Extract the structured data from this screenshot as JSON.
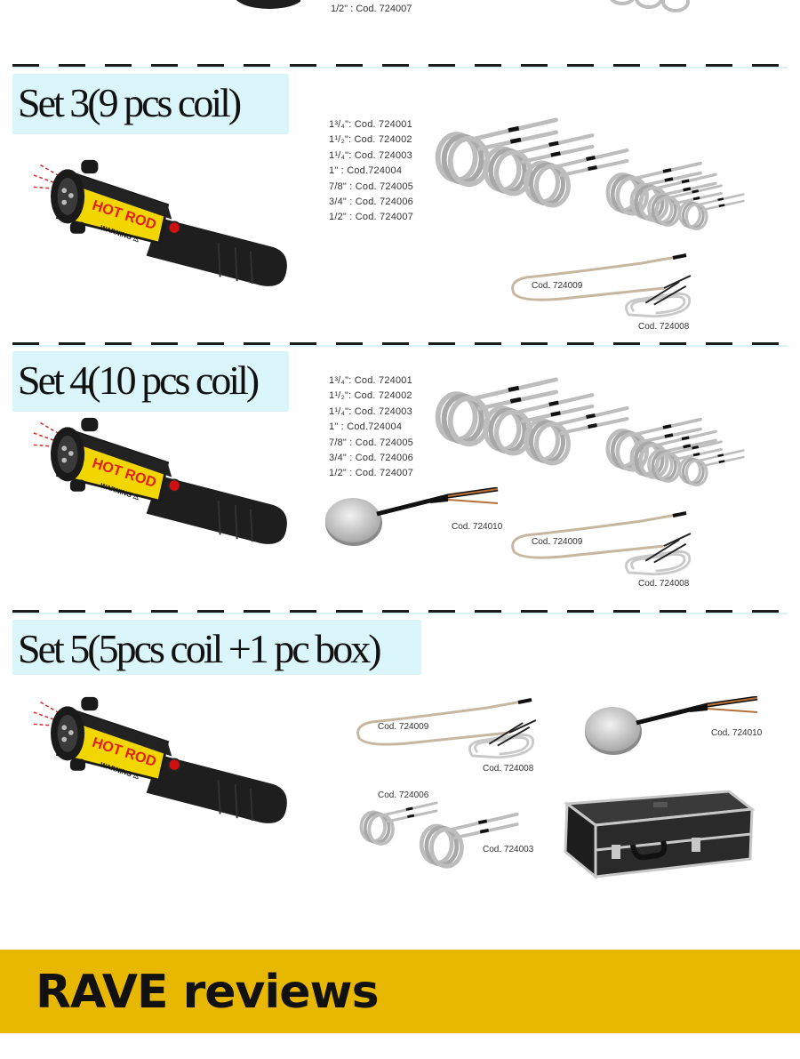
{
  "top_fragment": {
    "code": "1/2\" : Cod. 724007"
  },
  "sets": [
    {
      "title": "Set 3(9 pcs coil)",
      "codes": [
        "1³/₄\": Cod. 724001",
        "1¹/₂\": Cod. 724002",
        "1¹/₄\": Cod. 724003",
        "1\"     : Cod.724004",
        "7/8\" : Cod. 724005",
        "3/4\" : Cod. 724006",
        "1/2\" : Cod. 724007"
      ],
      "labels": {
        "long_coil": "Cod. 724009",
        "small_coil": "Cod. 724008"
      }
    },
    {
      "title": "Set 4(10 pcs coil)",
      "codes": [
        "1³/₄\": Cod. 724001",
        "1¹/₂\": Cod. 724002",
        "1¹/₄\": Cod. 724003",
        "1\"     : Cod.724004",
        "7/8\" : Cod. 724005",
        "3/4\" : Cod. 724006",
        "1/2\" : Cod. 724007"
      ],
      "labels": {
        "pad": "Cod. 724010",
        "long_coil": "Cod. 724009",
        "small_coil": "Cod. 724008"
      }
    },
    {
      "title": "Set 5(5pcs coil +1 pc box)",
      "labels": {
        "long_coil": "Cod. 724009",
        "small_coil": "Cod. 724008",
        "pad": "Cod. 724010",
        "coil_a": "Cod. 724006",
        "coil_b": "Cod. 724003"
      }
    }
  ],
  "tool": {
    "brand": "HOT ROD",
    "warning": "WARNING"
  },
  "banner": {
    "title": "RAVE reviews"
  },
  "colors": {
    "banner": "#e8b700",
    "title_bg": "#dbf6fb",
    "tool_yellow": "#f2d600"
  }
}
